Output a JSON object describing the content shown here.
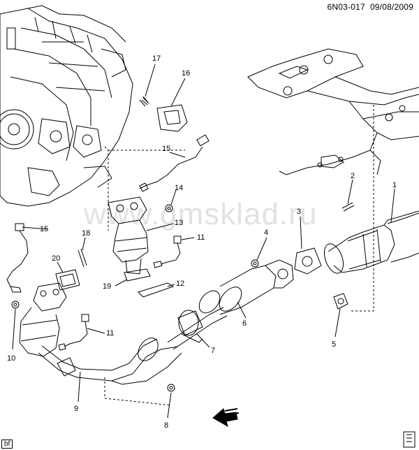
{
  "header": {
    "part_code": "6N03-017",
    "date": "09/08/2009"
  },
  "watermark": "www.gmsklad.ru",
  "corner_code": "bf",
  "callouts": {
    "c1": "1",
    "c2": "2",
    "c3": "3",
    "c4": "4",
    "c5": "5",
    "c6": "6",
    "c7": "7",
    "c8": "8",
    "c9": "9",
    "c10": "10",
    "c11a": "11",
    "c11b": "11",
    "c12": "12",
    "c13": "13",
    "c14": "14",
    "c15a": "15",
    "c15b": "15",
    "c16": "16",
    "c17": "17",
    "c18": "18",
    "c19": "19",
    "c20": "20"
  },
  "icons": [
    "engine-drawing",
    "crossmember-drawing",
    "muffler-drawing",
    "direction-arrow-icon",
    "book-icon"
  ]
}
